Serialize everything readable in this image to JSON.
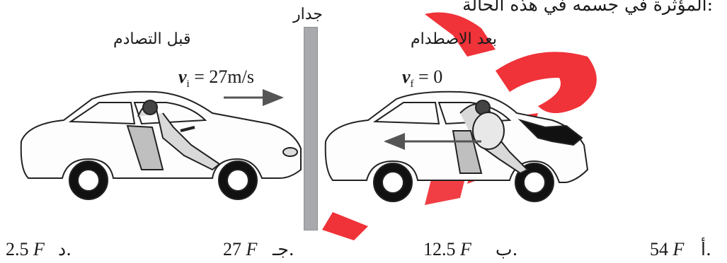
{
  "question_fragment": "المؤثرة في جسمه في هذه الحالة:",
  "wall_label": "جدار",
  "before_label": "قبل التصادم",
  "after_label": "بعد الاصطدام",
  "v_initial": {
    "symbol": "v",
    "subscript": "i",
    "value": "= 27m/s"
  },
  "v_final": {
    "symbol": "v",
    "subscript": "f",
    "value": "= 0"
  },
  "options": [
    {
      "letter": "أ.",
      "value": "54",
      "unit": "F"
    },
    {
      "letter": "ب.",
      "value": "12.5",
      "unit": "F"
    },
    {
      "letter": "جـ.",
      "value": "27",
      "unit": "F"
    },
    {
      "letter": "د.",
      "value": "2.5",
      "unit": "F"
    }
  ],
  "colors": {
    "wall": "#a7a9ac",
    "watermark": "#ee1c24",
    "car_outline": "#222222"
  }
}
